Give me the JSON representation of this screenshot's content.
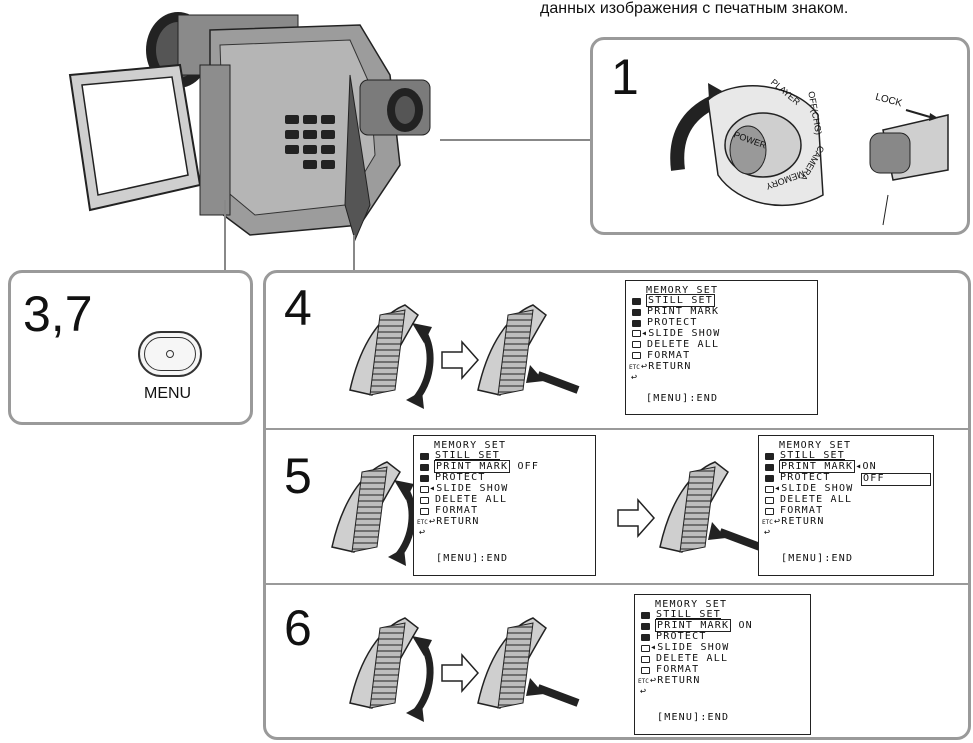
{
  "header": {
    "caption": "данных изображения с печатным знаком."
  },
  "steps": {
    "s1": "1",
    "s37": "3,7",
    "s4": "4",
    "s5": "5",
    "s6": "6"
  },
  "menu_button": {
    "label": "MENU"
  },
  "dial": {
    "power": "POWER",
    "player": "PLAYER",
    "off_chg": "OFF(CHG)",
    "camera": "CAMERA",
    "memory": "MEMORY",
    "lock": "LOCK"
  },
  "osd": {
    "title": "MEMORY SET",
    "items": [
      "STILL SET",
      "PRINT MARK",
      "PROTECT",
      "SLIDE SHOW",
      "DELETE ALL",
      "FORMAT",
      "RETURN"
    ],
    "footer": "[MENU]:END",
    "etc": "ETC",
    "off": "OFF",
    "on": "ON",
    "option_on": "ON",
    "option_off": "OFF"
  }
}
